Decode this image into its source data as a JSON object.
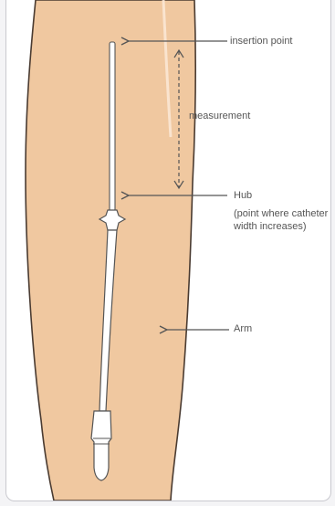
{
  "labels": {
    "insertion_point": "insertion point",
    "measurement": "measurement",
    "hub": "Hub",
    "hub_description": "(point where catheter width increases)",
    "arm": "Arm"
  },
  "colors": {
    "skin": "#f0c8a0",
    "skin_outline": "#4a3b31",
    "catheter": "#ffffff",
    "catheter_outline": "#555555",
    "arrow": "#555555",
    "text": "#555555",
    "panel_border": "#c9c9cf"
  }
}
